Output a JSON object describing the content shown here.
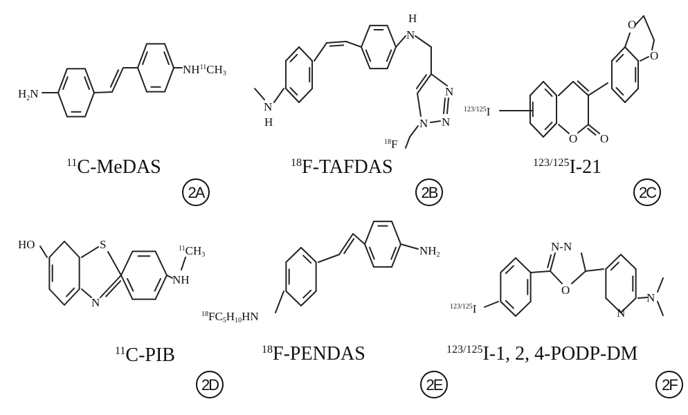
{
  "compounds": [
    {
      "id": "2A",
      "badge": "2A",
      "name_sup": "11",
      "name_main": "C-MeDAS",
      "atoms": {
        "left": "H",
        "left_sub": "2",
        "left_n": "N",
        "right": "NH",
        "right_sup": "11",
        "right_ch": "CH",
        "right_sub": "3"
      }
    },
    {
      "id": "2B",
      "badge": "2B",
      "name_sup": "18",
      "name_main": "F-TAFDAS",
      "atoms": {
        "nh_n": "N",
        "nh_h": "H",
        "n_top_h": "H",
        "n_top": "N",
        "n3": "N",
        "n2": "N",
        "n1": "N",
        "f_sup": "18",
        "f": "F"
      }
    },
    {
      "id": "2C",
      "badge": "2C",
      "name_sup": "123/125",
      "name_main": "I-21",
      "atoms": {
        "i_sup": "123/125",
        "i": "I",
        "o_ring": "O",
        "o_keto": "O",
        "o_diox1": "O",
        "o_diox2": "O"
      }
    },
    {
      "id": "2D",
      "badge": "2D",
      "name_sup": "11",
      "name_main": "C-PIB",
      "atoms": {
        "ho": "HO",
        "s": "S",
        "n": "N",
        "nh": "NH",
        "ch_sup": "11",
        "ch": "CH",
        "ch_sub": "3"
      }
    },
    {
      "id": "2E",
      "badge": "2E",
      "name_sup": "18",
      "name_main": "F-PENDAS",
      "atoms": {
        "f_sup": "18",
        "fc": "FC",
        "sub5": "5",
        "h": "H",
        "sub10": "10",
        "hn": "HN",
        "nh": "NH",
        "nh_sub": "2"
      }
    },
    {
      "id": "2F",
      "badge": "2F",
      "name_sup": "123/125",
      "name_main": "I-1, 2, 4-PODP-DM",
      "atoms": {
        "i_sup": "123/125",
        "i": "I",
        "nn": "N-N",
        "o": "O",
        "n_pyr": "N",
        "n_me": "N"
      }
    }
  ]
}
